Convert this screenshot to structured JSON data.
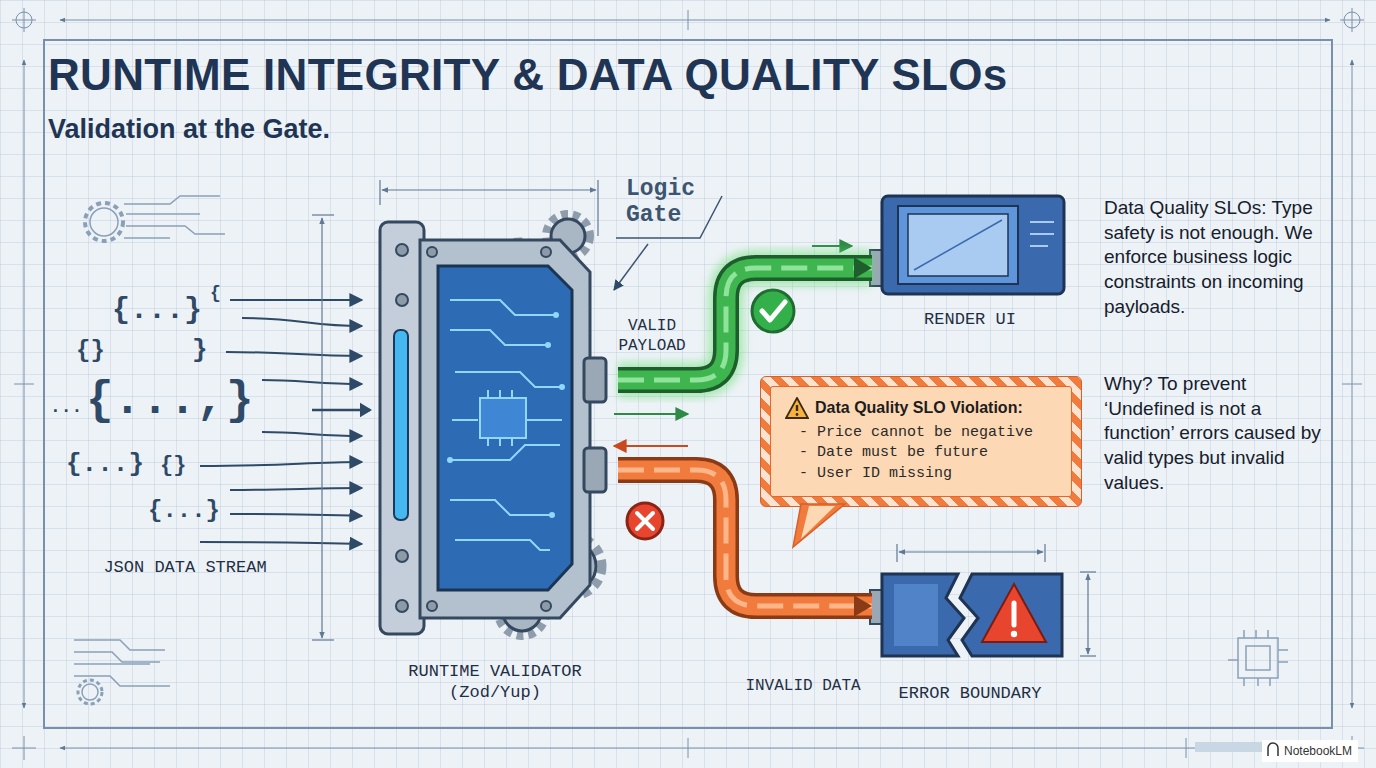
{
  "diagram": {
    "title": "RUNTIME INTEGRITY & DATA QUALITY SLOs",
    "nodes": [
      {
        "text": [
          "JSON DATA STREAM"
        ]
      },
      {
        "text": [
          "RUNTIME VALIDATOR (Zod/Yup)"
        ]
      },
      {
        "text": [
          "RENDER UI"
        ]
      },
      {
        "text": [
          "ERROR BOUNDARY"
        ]
      },
      {
        "text": [
          "Data Quality SLO Violation:",
          "- Price cannot be negative",
          "- Date must be future",
          "- User ID missing"
        ]
      }
    ],
    "edges": [
      {
        "from": 0,
        "to": 1,
        "arrow": "to"
      },
      {
        "from": 1,
        "to": 2,
        "label": "VALID PAYLOAD",
        "arrow": "to"
      },
      {
        "from": 1,
        "to": 3,
        "label": "INVALID DATA",
        "arrow": "to"
      }
    ],
    "labels": [
      "Validation at the Gate.",
      "Logic Gate",
      "{...}",
      "{",
      "{}",
      "}",
      "...",
      "{...,",
      "}",
      "{...}",
      "{}",
      "{...}",
      "Data Quality SLOs: Type safety is not enough. We enforce business logic constraints on incoming payloads.",
      "Why? To prevent ‘Undefined is not a function’ errors caused by valid types but invalid values.",
      "NotebookLM"
    ]
  }
}
